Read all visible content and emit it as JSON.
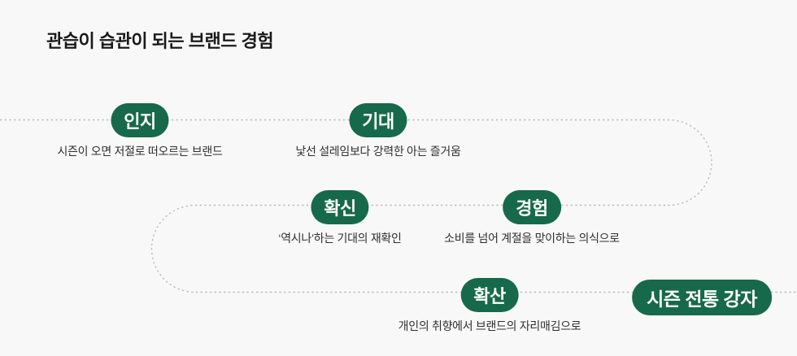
{
  "title": "관습이 습관이 되는 브랜드 경험",
  "stages": [
    {
      "id": "awareness",
      "label": "인지",
      "caption": "시즌이 오면 저절로 떠오르는 브랜드"
    },
    {
      "id": "expectation",
      "label": "기대",
      "caption": "낯선 설레임보다 강력한 아는 즐거움"
    },
    {
      "id": "conviction",
      "label": "확신",
      "caption": "‘역시나’하는 기대의 재확인"
    },
    {
      "id": "experience",
      "label": "경험",
      "caption": "소비를 넘어 계절을 맞이하는 의식으로"
    },
    {
      "id": "diffusion",
      "label": "확산",
      "caption": "개인의 취향에서 브랜드의 자리매김으로"
    },
    {
      "id": "champion",
      "label": "시즌 전통 강자",
      "caption": ""
    }
  ],
  "colors": {
    "badge_green": "#17694b",
    "path_gray": "#bababa",
    "background": "#f8f8f9",
    "text_dark": "#1a1a1a",
    "caption_gray": "#2f2f2f"
  }
}
